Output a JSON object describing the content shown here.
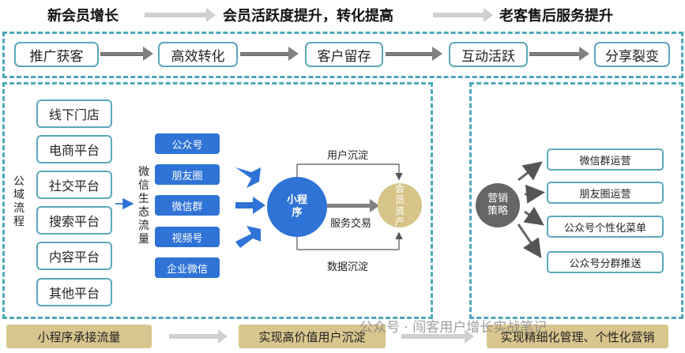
{
  "header": {
    "phase1": "新会员增长",
    "phase2": "会员活跃度提升，转化提高",
    "phase3": "老客售后服务提升"
  },
  "stages": [
    "推广获客",
    "高效转化",
    "客户留存",
    "互动活跃",
    "分享裂变"
  ],
  "left_panel": {
    "public_domain_label": "公域流程",
    "channels": [
      "线下门店",
      "电商平台",
      "社交平台",
      "搜索平台",
      "内容平台",
      "其他平台"
    ],
    "wechat_label": "微信生态流量",
    "wechat_items": [
      "公众号",
      "朋友圈",
      "微信群",
      "视频号",
      "企业微信"
    ],
    "mini_program": "小程序",
    "member_asset": "会员资产",
    "user_deposit": "用户沉淀",
    "service_trade": "服务交易",
    "data_deposit": "数据沉淀"
  },
  "right_panel": {
    "strategy": "营销策略",
    "ops": [
      "微信群运营",
      "朋友圈运营",
      "公众号个性化菜单",
      "公众号分群推送"
    ]
  },
  "footer": [
    "小程序承接流量",
    "实现高价值用户沉淀",
    "实现精细化管理、个性化营销"
  ],
  "watermark": "公众号 · 闯客用户增长实战笔记",
  "colors": {
    "accent_teal": "#4fa7b9",
    "primary_blue": "#2f73d6",
    "gold": "#d6c488",
    "strategy_grey": "#666666",
    "footer_tan": "#d8c68e"
  }
}
